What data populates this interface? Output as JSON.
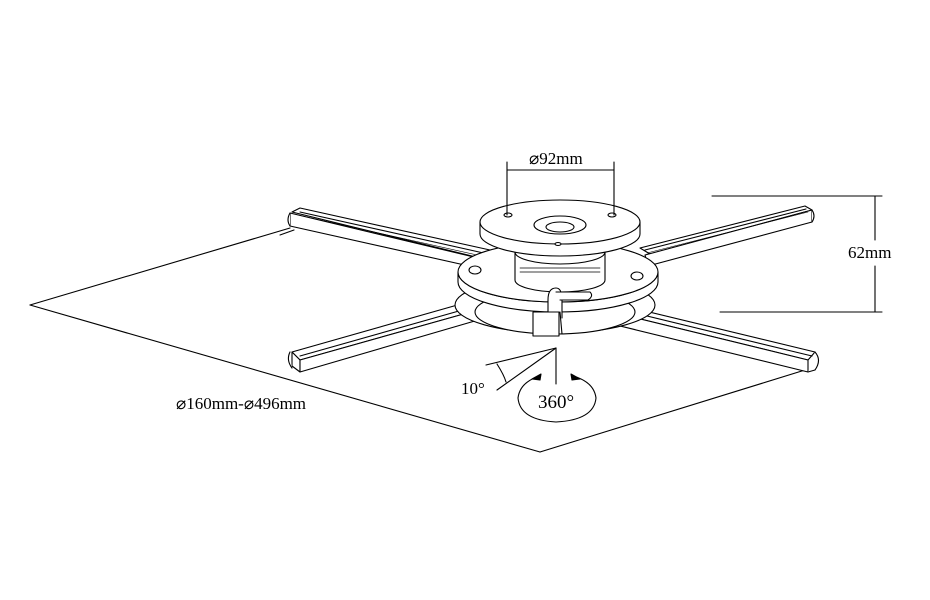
{
  "diagram": {
    "subject": "projector ceiling mount",
    "labels": {
      "plate_diameter": "⌀92mm",
      "height": "62mm",
      "arm_span": "⌀160mm-⌀496mm",
      "tilt": "10°",
      "rotation": "360°"
    },
    "colors": {
      "line": "#000000",
      "background": "#ffffff",
      "fill": "#ffffff"
    }
  }
}
